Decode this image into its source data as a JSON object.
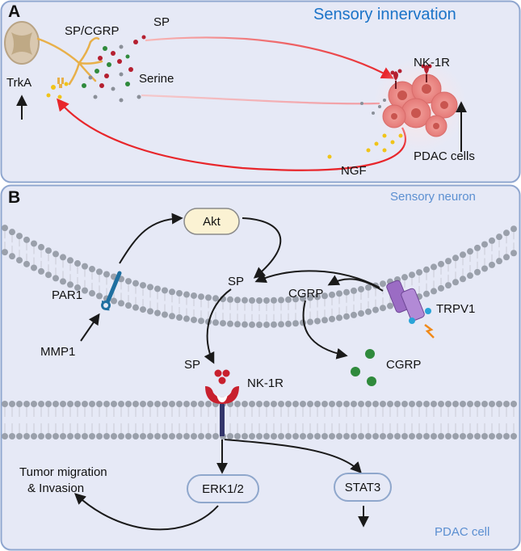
{
  "panelA": {
    "letter": "A",
    "title": "Sensory innervation",
    "labels": {
      "sp_cgrp": "SP/CGRP",
      "sp": "SP",
      "serine": "Serine",
      "trka": "TrkA",
      "nk1r": "NK-1R",
      "ngf": "NGF",
      "pdac_cells": "PDAC cells"
    }
  },
  "panelB": {
    "letter": "B",
    "top_label": "Sensory neuron",
    "bottom_label": "PDAC cell",
    "labels": {
      "akt": "Akt",
      "sp_upper": "SP",
      "cgrp_inner": "CGRP",
      "par1": "PAR1",
      "mmp1": "MMP1",
      "trpv1": "TRPV1",
      "sp_lower": "SP",
      "nk1r": "NK-1R",
      "cgrp_released": "CGRP",
      "tumor_line1": "Tumor migration",
      "tumor_line2": "& Invasion",
      "erk": "ERK1/2",
      "stat3": "STAT3"
    }
  },
  "colors": {
    "panel_bg": "#e6e9f6",
    "panel_border": "#8fa6cf",
    "title_blue": "#1a73c8",
    "red_arrow": "#e8262b",
    "membrane_dot": "#9aa0ab",
    "akt_fill": "#fbf2d3",
    "pill_border": "#8fa7cc",
    "receptor_red": "#c8202e",
    "par1_blue": "#1f6fa0",
    "trpv1_purple": "#9b6cc4",
    "cgrp_green": "#2f8a3c"
  }
}
